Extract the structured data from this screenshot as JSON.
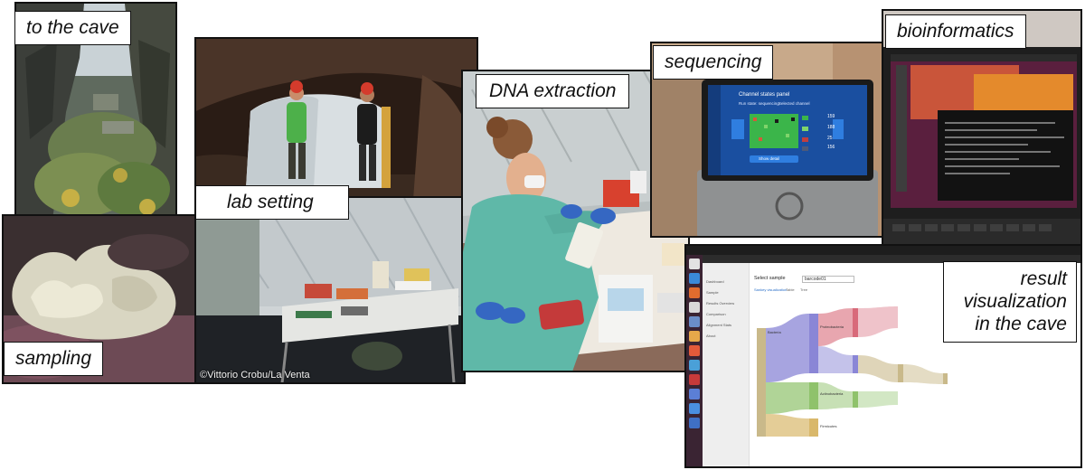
{
  "panels": {
    "cave": {
      "label": "to the cave"
    },
    "sampling": {
      "label": "sampling"
    },
    "lab": {
      "label": "lab setting",
      "credit": "©Vittorio Crobu/La Venta"
    },
    "extraction": {
      "label": "DNA extraction"
    },
    "sequencing": {
      "label": "sequencing"
    },
    "bioinformatics": {
      "label": "bioinformatics"
    },
    "result": {
      "label_lines": [
        "result",
        "visualization",
        "in the cave"
      ]
    }
  },
  "sequencer_screen": {
    "title": "Channel states panel",
    "subtitle": "Run state: sequencing",
    "subtitle2": "Selected channel",
    "stats": [
      "159",
      "188",
      "25",
      "156"
    ],
    "button": "Show detail"
  },
  "epi2me_screen": {
    "select_label": "Select sample",
    "select_value": "barcode01",
    "tabs": [
      "Sankey visualization",
      "Table",
      "Tree"
    ],
    "sidebar": [
      "Dashboard",
      "Sample",
      "Results Overview",
      "Comparison",
      "Alignment Stats",
      "About"
    ],
    "nodes": [
      "Bacteria",
      "Proteobacteria",
      "Actinobacteria",
      "Firmicutes"
    ]
  },
  "colors": {
    "screen_blue": "#1a4fa0",
    "sequencer_green": "#3bb54a",
    "sankey_purple": "#8a86d6",
    "sankey_tan": "#c9b98a",
    "sankey_pink": "#d86a7a",
    "sankey_green": "#8fc26b"
  }
}
